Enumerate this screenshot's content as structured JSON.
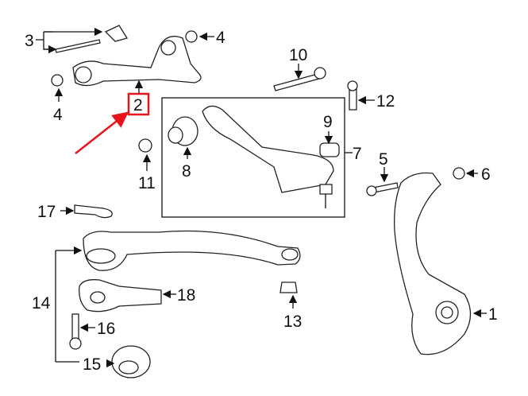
{
  "callouts": {
    "c1": "1",
    "c2": "2",
    "c3": "3",
    "c4a": "4",
    "c4b": "4",
    "c5": "5",
    "c6": "6",
    "c7": "7",
    "c8": "8",
    "c9": "9",
    "c10": "10",
    "c11": "11",
    "c12": "12",
    "c13": "13",
    "c14": "14",
    "c15": "15",
    "c16": "16",
    "c17": "17",
    "c18": "18"
  },
  "highlight_color": "#e8141b"
}
